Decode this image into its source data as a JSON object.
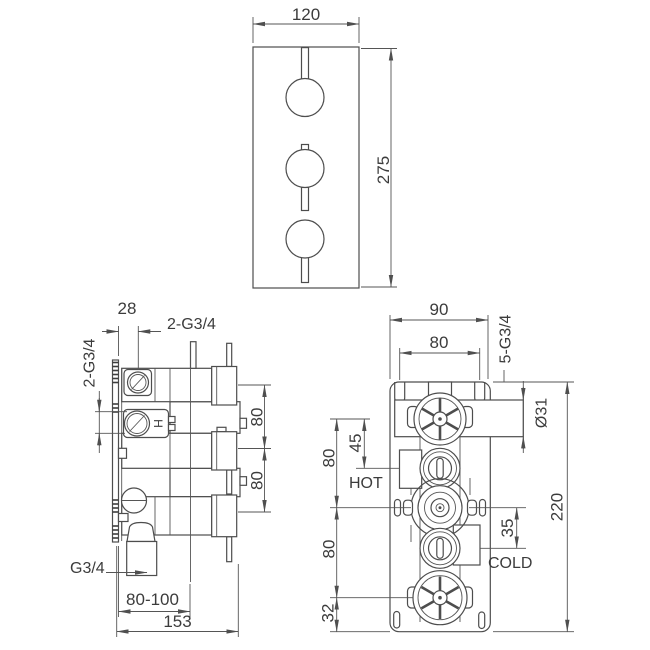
{
  "front_view": {
    "width": "120",
    "height": "275"
  },
  "side_view": {
    "top_offset": "28",
    "outlet_thread_top": "2-G3/4",
    "inlet_thread_side": "2-G3/4",
    "hot_marker": "H",
    "spacing_upper": "80",
    "spacing_lower": "80",
    "outlet_thread_bottom": "G3/4",
    "depth_range": "80-100",
    "total_depth": "153"
  },
  "rear_view": {
    "width": "90",
    "slot_spacing": "80",
    "thread_label": "5-G3/4",
    "pipe_diameter": "Ø31",
    "hot_offset": "45",
    "hot_label": "HOT",
    "spacing_upper": "80",
    "spacing_lower": "80",
    "spacing_bottom": "32",
    "cold_offset": "35",
    "cold_label": "COLD",
    "height": "220"
  }
}
